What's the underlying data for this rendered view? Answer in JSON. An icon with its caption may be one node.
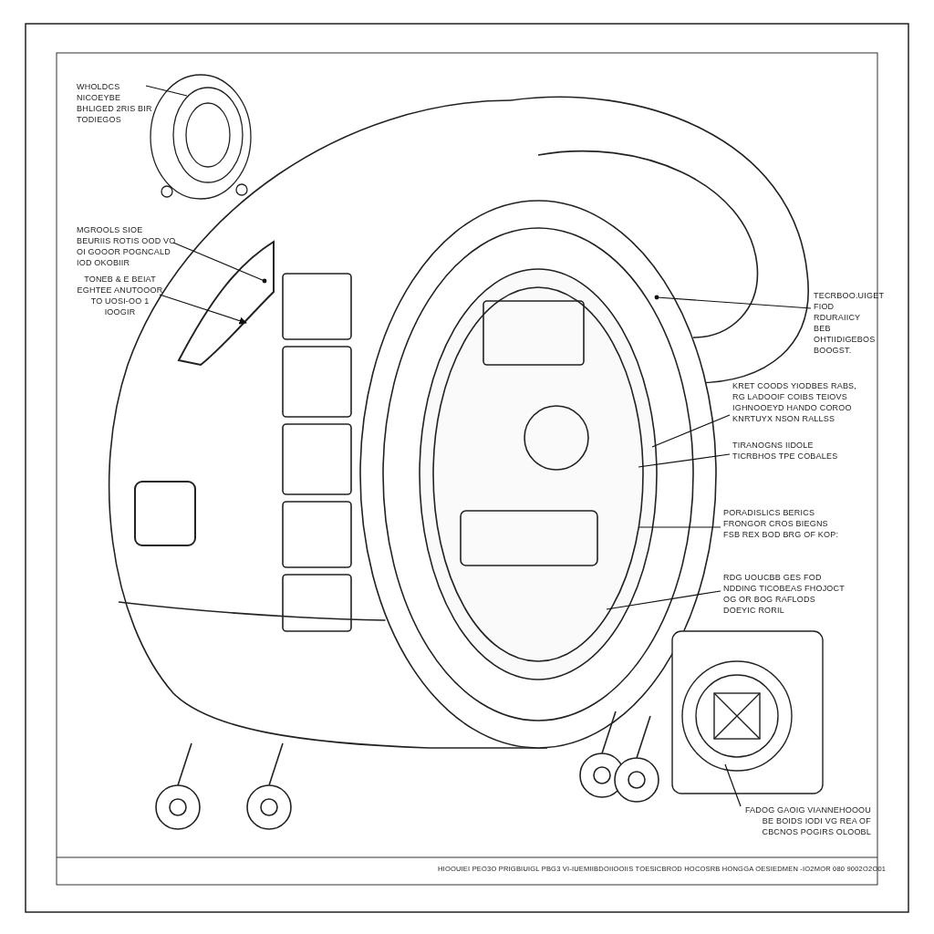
{
  "diagram": {
    "nodes": [
      {
        "text": [
          "WHOLDCS NICOEYBE BHLIGED 2RIS BIR TODIEGOS"
        ]
      },
      {
        "text": [
          "MGROOLS SIOE BEURIIS ROTIS OOD VO OI GOOOR POGNCALD IOD OKOBIIR"
        ]
      },
      {
        "text": [
          "TONEB & E BEIAT EGHTEE ANUTOOOR TO UOSI-OO 1 IOOGIR"
        ]
      },
      {
        "text": [
          "TECRBOO.UIGET FIOD RDURAIICY BEB OHTIIDIGEBOS BOOGST."
        ]
      },
      {
        "text": [
          "KRET COODS YIODBES RABS, RG LADOOIF COIBS TEIOVS IGHNOOEYD HANDO COROO KNRTUYX NSON RALLSS"
        ]
      },
      {
        "text": [
          "TIRANOGNS IIDOLE TICRBHOS TPE COBALES"
        ]
      },
      {
        "text": [
          "PORADISLICS BERICS FRONGOR CROS BIEGNS FSB REX BOD BRG OF KOP:"
        ]
      },
      {
        "text": [
          "RDG UOUCBB GES FOD NDDING TICOBEAS FHOJOCT OG OR BOG RAFLODS DOEYIC RORIL"
        ]
      },
      {
        "text": [
          "FADOG GAOIG VIANNEHOOOU BE BOIDS IODI VG REA OF CBCNOS POGIRS OLOOBL"
        ]
      }
    ],
    "edges": [
      {
        "from": 0,
        "to": null,
        "arrow": "none"
      },
      {
        "from": 1,
        "to": null,
        "arrow": "other"
      },
      {
        "from": 2,
        "to": null,
        "arrow": "to"
      },
      {
        "from": 3,
        "to": null,
        "arrow": "other"
      },
      {
        "from": 4,
        "to": null,
        "arrow": "none"
      },
      {
        "from": 5,
        "to": null,
        "arrow": "none"
      },
      {
        "from": 6,
        "to": null,
        "arrow": "none"
      },
      {
        "from": 7,
        "to": null,
        "arrow": "none"
      },
      {
        "from": 8,
        "to": null,
        "arrow": "none"
      }
    ],
    "labels": [
      "HIOOUIEI PEO3O PRIGBIUIGL PBG3 VI-IUEMIIBDOIIOOIIS TOESICBROD HOCOSRB HONGGA OESIEDMEN -IO2MOR 080 9002O2O01"
    ]
  }
}
